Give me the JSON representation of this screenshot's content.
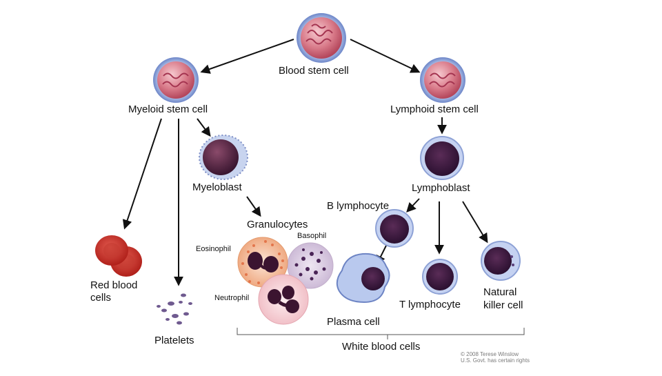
{
  "labels": {
    "blood_stem_cell": "Blood stem cell",
    "myeloid_stem_cell": "Myeloid stem cell",
    "lymphoid_stem_cell": "Lymphoid stem cell",
    "myeloblast": "Myeloblast",
    "lymphoblast": "Lymphoblast",
    "granulocytes": "Granulocytes",
    "eosinophil": "Eosinophil",
    "basophil": "Basophil",
    "neutrophil": "Neutrophil",
    "b_lymphocyte": "B lymphocyte",
    "red_blood_cells_line1": "Red blood",
    "red_blood_cells_line2": "cells",
    "platelets": "Platelets",
    "plasma_cell": "Plasma cell",
    "t_lymphocyte": "T lymphocyte",
    "natural_killer_line1": "Natural",
    "natural_killer_line2": "killer cell",
    "white_blood_cells": "White blood cells"
  },
  "credit": {
    "line1": "© 2008 Terese Winslow",
    "line2": "U.S. Govt. has certain rights"
  }
}
